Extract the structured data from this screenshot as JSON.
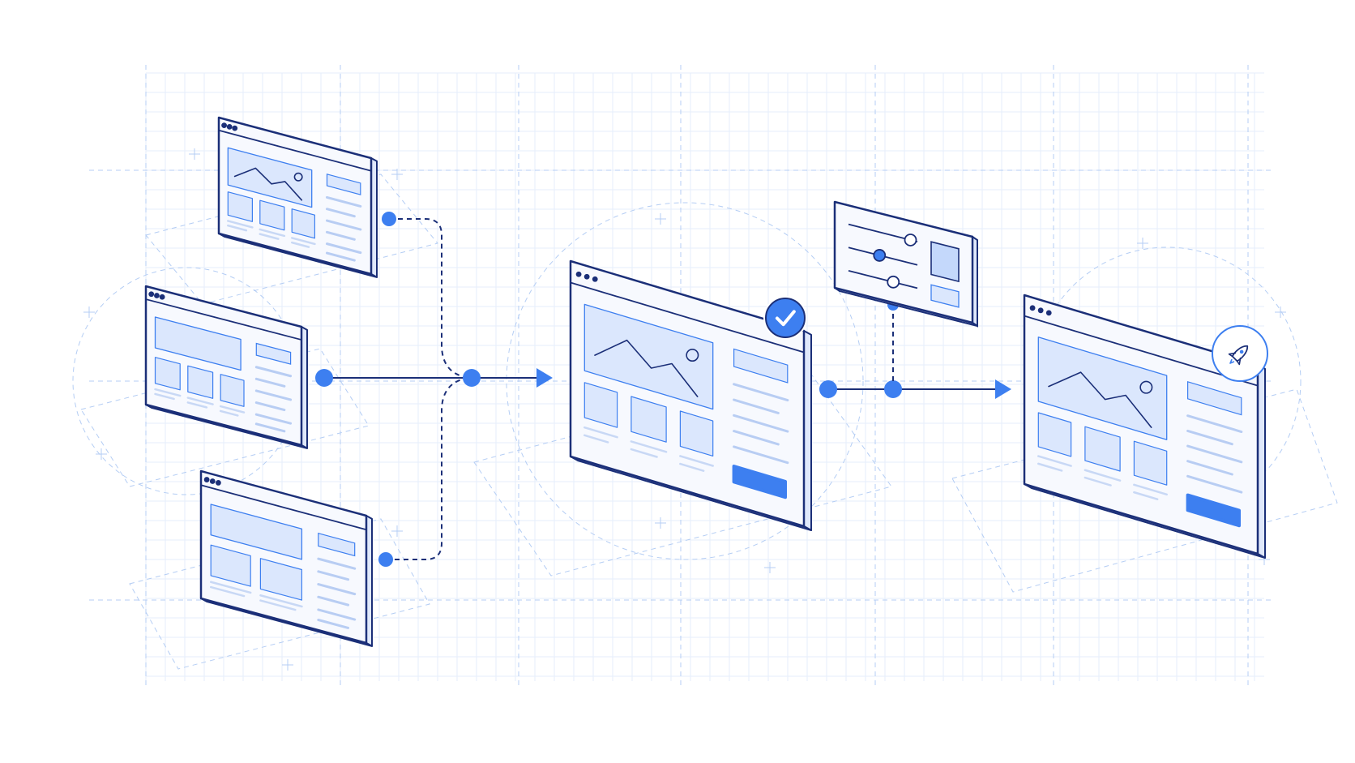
{
  "palette": {
    "outline": "#1b2f78",
    "accent": "#3d7ff0",
    "fill_light": "#dbe7fd",
    "fill_mid": "#c4d8fb",
    "frame_fill": "#f7f9fe",
    "grid_line": "#e6eefb",
    "guide_line": "#b4cdf4",
    "background": "#ffffff"
  },
  "stages": {
    "inputs": [
      {
        "id": "input-window-top",
        "layout": "image-hero-with-sidebar-and-cards"
      },
      {
        "id": "input-window-middle",
        "layout": "banner-with-sidebar-and-cards"
      },
      {
        "id": "input-window-bottom",
        "layout": "banner-with-sidebar-and-tiles"
      }
    ],
    "merged": {
      "id": "merged-window",
      "layout": "image-hero-with-sidebar-cards-and-button",
      "status_icon": "check-icon"
    },
    "settings": {
      "id": "settings-panel",
      "sliders": [
        0.9,
        0.45,
        0.65
      ],
      "preview_icon": "image-preview-icon"
    },
    "output": {
      "id": "output-window",
      "layout": "image-hero-with-sidebar-cards-and-button",
      "status_icon": "rocket-icon"
    }
  },
  "connectors": [
    {
      "id": "connector-top-input-to-merge",
      "style": "dashed"
    },
    {
      "id": "connector-middle-input-to-merge",
      "style": "solid"
    },
    {
      "id": "connector-bottom-input-to-merge",
      "style": "dashed"
    },
    {
      "id": "connector-merge-to-merged-window",
      "style": "solid",
      "arrow": "arrow-right-icon"
    },
    {
      "id": "connector-merged-window-to-output",
      "style": "solid",
      "arrow": "arrow-right-icon"
    },
    {
      "id": "connector-settings-to-pipeline",
      "style": "dashed"
    }
  ]
}
